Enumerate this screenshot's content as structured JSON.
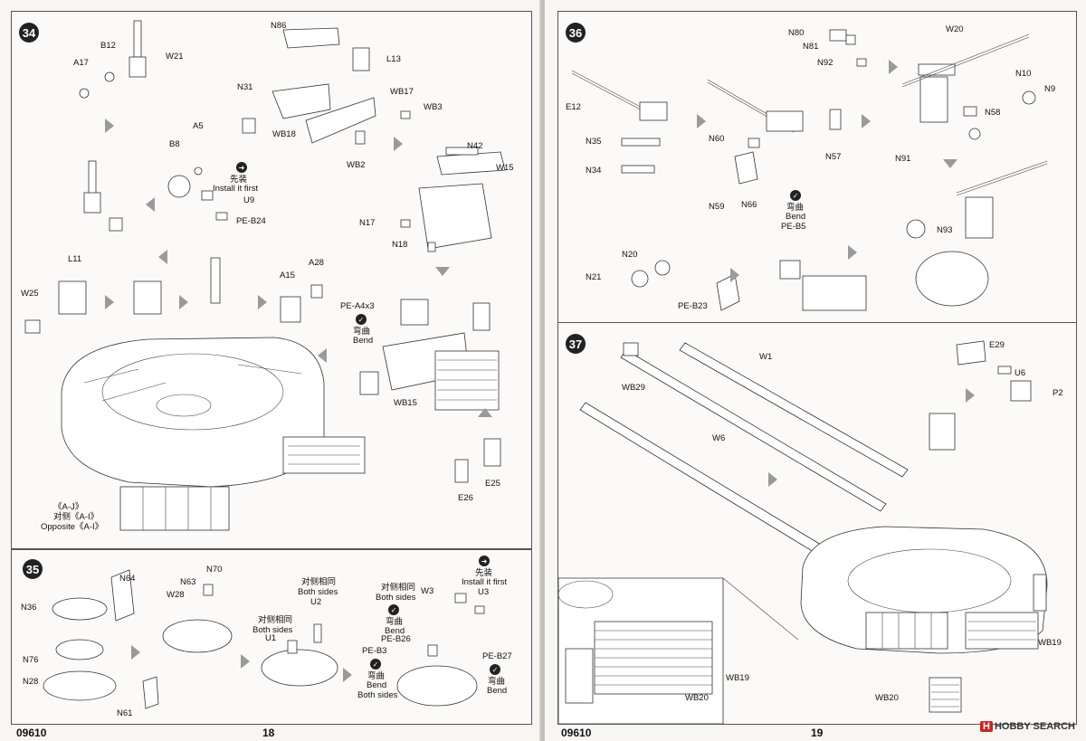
{
  "left_page": {
    "page_code": "09610",
    "page_number": "18",
    "step34": {
      "number": "34",
      "labels": {
        "A17": "A17",
        "B12": "B12",
        "W21": "W21",
        "A5": "A5",
        "B8": "B8",
        "U9": "U9",
        "PE_B24": "PE-B24",
        "N86": "N86",
        "L13": "L13",
        "N31": "N31",
        "WB17": "WB17",
        "WB3": "WB3",
        "WB18": "WB18",
        "WB2": "WB2",
        "N42": "N42",
        "W15": "W15",
        "N17": "N17",
        "N18": "N18",
        "L11": "L11",
        "W25": "W25",
        "A15": "A15",
        "A28": "A28",
        "PE_A4x3": "PE-A4x3",
        "WB15": "WB15",
        "E26": "E26",
        "E25": "E25"
      },
      "install_first_cn": "先装",
      "install_first_en": "Install it first",
      "bend_cn": "弯曲",
      "bend_en": "Bend",
      "aj_label": "《A-J》",
      "opposite_cn": "对侧《A-I》",
      "opposite_en": "Opposite《A-I》"
    },
    "step35": {
      "number": "35",
      "labels": {
        "N64": "N64",
        "N36": "N36",
        "N76": "N76",
        "N28": "N28",
        "N61": "N61",
        "N63": "N63",
        "N70": "N70",
        "W28": "W28",
        "U1": "U1",
        "U2": "U2",
        "PE_B26": "PE-B26",
        "PE_B3": "PE-B3",
        "W3": "W3",
        "U3": "U3",
        "PE_B27": "PE-B27"
      },
      "both_sides_cn": "对侧相同",
      "both_sides_en": "Both sides",
      "bend_cn": "弯曲",
      "bend_en": "Bend",
      "install_first_cn": "先装",
      "install_first_en": "Install it first"
    }
  },
  "right_page": {
    "page_code": "09610",
    "page_number": "19",
    "step36": {
      "number": "36",
      "labels": {
        "E12": "E12",
        "N35": "N35",
        "N34": "N34",
        "N80": "N80",
        "N81": "N81",
        "N92": "N92",
        "W20": "W20",
        "N10": "N10",
        "N9": "N9",
        "N58": "N58",
        "N91": "N91",
        "N60": "N60",
        "N57": "N57",
        "N59": "N59",
        "N66": "N66",
        "PE_B5": "PE-B5",
        "N20": "N20",
        "N21": "N21",
        "PE_B23": "PE-B23",
        "N93": "N93"
      },
      "bend_cn": "弯曲",
      "bend_en": "Bend"
    },
    "step37": {
      "number": "37",
      "labels": {
        "WB29": "WB29",
        "W1": "W1",
        "W6": "W6",
        "E29": "E29",
        "U6": "U6",
        "P2": "P2",
        "WB19a": "WB19",
        "WB19b": "WB19",
        "WB20a": "WB20",
        "WB20b": "WB20"
      }
    }
  },
  "watermark": {
    "logo": "H",
    "text": "HOBBY SEARCH"
  }
}
